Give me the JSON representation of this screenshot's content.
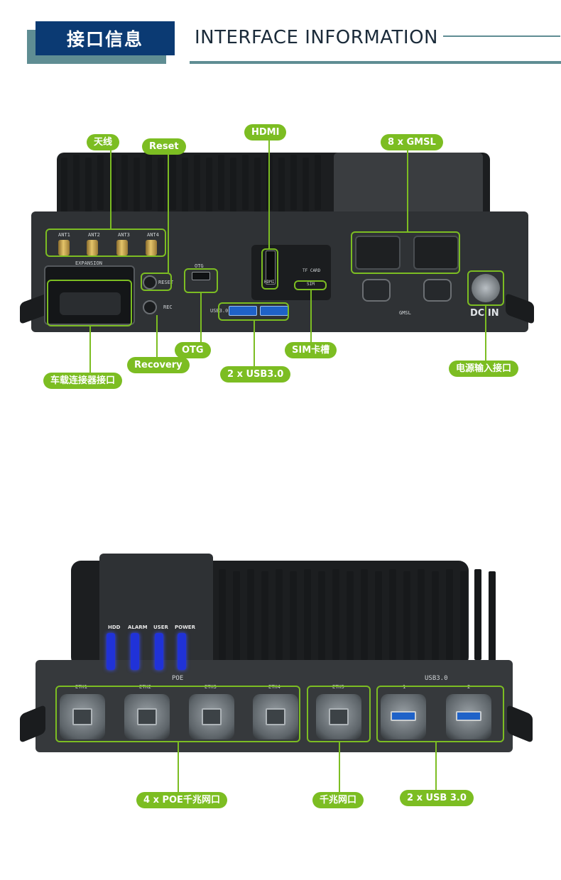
{
  "header": {
    "title_cn": "接口信息",
    "title_en": "INTERFACE INFORMATION"
  },
  "front_view": {
    "labels": {
      "antenna": "天线",
      "reset": "Reset",
      "hdmi": "HDMI",
      "gmsl": "8 x GMSL",
      "vehicle_connector": "车载连接器接口",
      "recovery": "Recovery",
      "otg": "OTG",
      "usb": "2 x USB3.0",
      "sim": "SIM卡槽",
      "power": "电源输入接口"
    },
    "silkscreen": {
      "ant1": "ANT1",
      "ant2": "ANT2",
      "ant3": "ANT3",
      "ant4": "ANT4",
      "expansion": "EXPANSION",
      "reset": "RESET",
      "rec": "REC",
      "otg": "OTG",
      "hdmi": "HDMI",
      "tf_card": "TF CARD",
      "sim": "SIM",
      "usb": "USB3.0",
      "gmsl": "GMSL",
      "dc_in": "DC IN"
    }
  },
  "rear_view": {
    "labels": {
      "poe": "4 x POE千兆网口",
      "gigabit": "千兆网口",
      "usb": "2 x USB 3.0"
    },
    "silkscreen": {
      "hdd": "HDD",
      "alarm": "ALARM",
      "user": "USER",
      "power": "POWER",
      "poe": "POE",
      "eth1": "ETH1",
      "eth2": "ETH2",
      "eth3": "ETH3",
      "eth4": "ETH4",
      "eth5": "ETH5",
      "usb": "USB3.0",
      "usb1": "1",
      "usb2": "2"
    }
  },
  "colors": {
    "accent_green": "#7cbd22",
    "header_blue": "#0b3a73",
    "header_teal": "#5f8d93",
    "device_dark": "#2b2e31",
    "led_blue": "#2032d8"
  }
}
